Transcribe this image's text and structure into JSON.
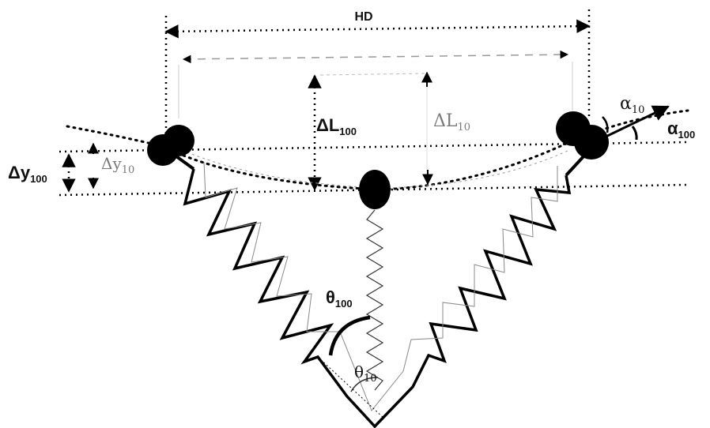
{
  "labels": {
    "hd": "HD",
    "delta_L_100": {
      "base": "ΔL",
      "sub": "100"
    },
    "delta_L_10": {
      "base": "ΔL",
      "sub": "10"
    },
    "delta_y_100": {
      "base": "Δy",
      "sub": "100"
    },
    "delta_y_10": {
      "base": "Δy",
      "sub": "10"
    },
    "alpha_10": {
      "base": "α",
      "sub": "10"
    },
    "alpha_100": {
      "base": "α",
      "sub": "100"
    },
    "theta_100": {
      "base": "θ",
      "sub": "100"
    },
    "theta_10": {
      "base": "θ",
      "sub": "10"
    }
  },
  "colors": {
    "ink": "#000000",
    "faint": "#9a9a9a"
  }
}
